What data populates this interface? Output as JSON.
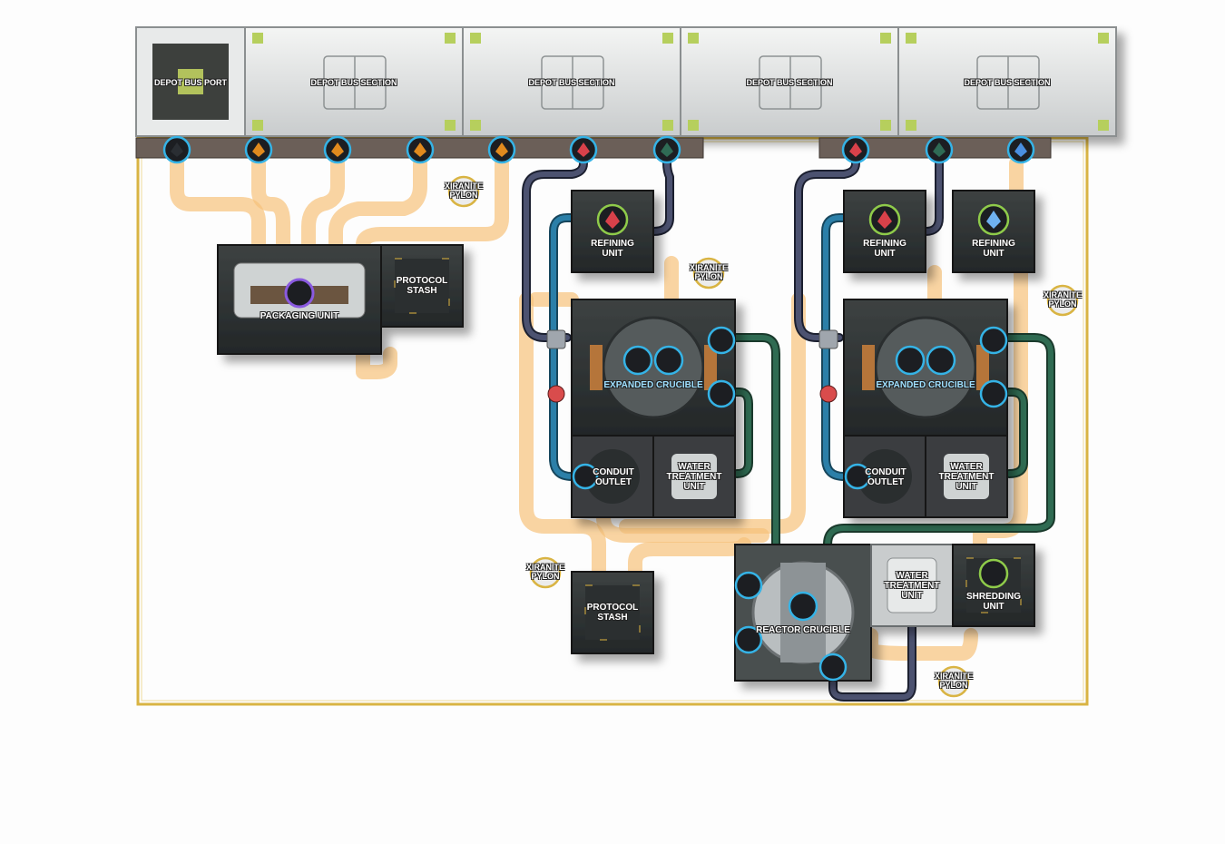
{
  "bus": {
    "port_label": "DEPOT BUS PORT",
    "sections": [
      "DEPOT BUS SECTION",
      "DEPOT BUS SECTION",
      "DEPOT BUS SECTION",
      "DEPOT BUS SECTION"
    ]
  },
  "bus_outputs": [
    {
      "item": "dark-ore-icon",
      "color": "#2a2e33"
    },
    {
      "item": "amber-ore-icon",
      "color": "#e08a1e"
    },
    {
      "item": "amber-ore-icon",
      "color": "#e08a1e"
    },
    {
      "item": "amber-ore-icon",
      "color": "#e08a1e"
    },
    {
      "item": "amber-ore-icon",
      "color": "#e08a1e"
    },
    {
      "item": "red-crystal-icon",
      "color": "#d8414a"
    },
    {
      "item": "green-ore-icon",
      "color": "#2f6b55"
    },
    {
      "item": "red-crystal-icon",
      "color": "#d8414a"
    },
    {
      "item": "green-ore-icon",
      "color": "#2f6b55"
    },
    {
      "item": "blue-crystal-icon",
      "color": "#4a8fe0"
    }
  ],
  "devices": {
    "packaging_unit": "PACKAGING UNIT",
    "protocol_stash_1": "PROTOCOL STASH",
    "protocol_stash_2": "PROTOCOL STASH",
    "refining_unit_1": "REFINING UNIT",
    "refining_unit_2": "REFINING UNIT",
    "refining_unit_3": "REFINING UNIT",
    "expanded_crucible_1": "EXPANDED CRUCIBLE",
    "expanded_crucible_2": "EXPANDED CRUCIBLE",
    "conduit_outlet_1": "CONDUIT OUTLET",
    "conduit_outlet_2": "CONDUIT OUTLET",
    "water_treatment_1": "WATER TREATMENT UNIT",
    "water_treatment_2": "WATER TREATMENT UNIT",
    "water_treatment_3": "WATER TREATMENT UNIT",
    "reactor_crucible": "REACTOR CRUCIBLE",
    "shredding_unit": "SHREDDING UNIT"
  },
  "pylons": [
    "XIRANITE PYLON",
    "XIRANITE PYLON",
    "XIRANITE PYLON",
    "XIRANITE PYLON",
    "XIRANITE PYLON"
  ],
  "colors": {
    "belt": "#f6c27a",
    "belt_arrow": "#e59a2e",
    "water_pipe": "#2b7fa8",
    "liquid_pipe": "#2f6b52",
    "dark_pipe": "#3a3f57",
    "boundary": "#d9b443",
    "accent_cyan": "#35b3e6"
  }
}
